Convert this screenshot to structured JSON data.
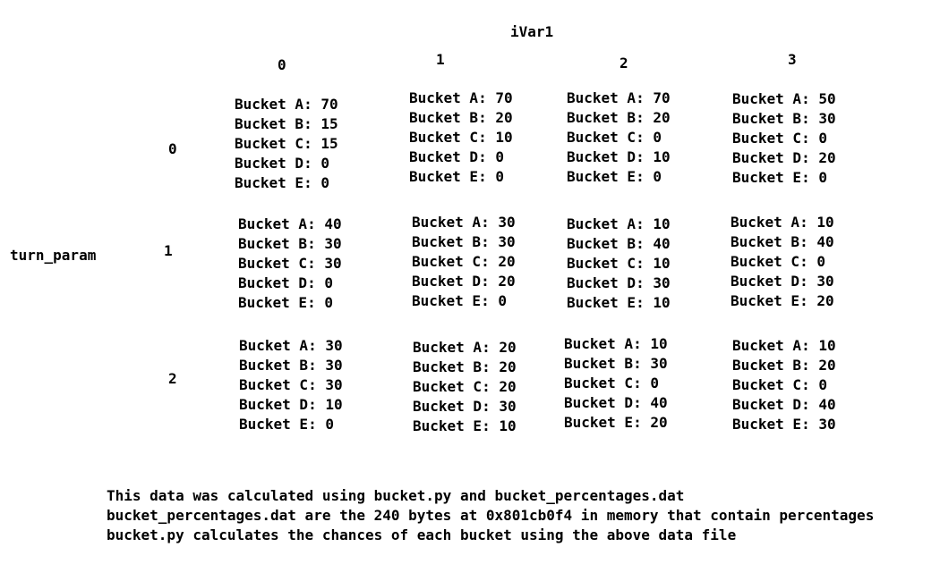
{
  "col_axis_label": "iVar1",
  "row_axis_label": "turn_param",
  "col_headers": [
    "0",
    "1",
    "2",
    "3"
  ],
  "row_headers": [
    "0",
    "1",
    "2"
  ],
  "cells": [
    [
      [
        "Bucket A: 70",
        "Bucket B: 15",
        "Bucket C: 15",
        "Bucket D: 0",
        "Bucket E: 0"
      ],
      [
        "Bucket A: 70",
        "Bucket B: 20",
        "Bucket C: 10",
        "Bucket D: 0",
        "Bucket E: 0"
      ],
      [
        "Bucket A: 70",
        "Bucket B: 20",
        "Bucket C: 0",
        "Bucket D: 10",
        "Bucket E: 0"
      ],
      [
        "Bucket A: 50",
        "Bucket B: 30",
        "Bucket C: 0",
        "Bucket D: 20",
        "Bucket E: 0"
      ]
    ],
    [
      [
        "Bucket A: 40",
        "Bucket B: 30",
        "Bucket C: 30",
        "Bucket D: 0",
        "Bucket E: 0"
      ],
      [
        "Bucket A: 30",
        "Bucket B: 30",
        "Bucket C: 20",
        "Bucket D: 20",
        "Bucket E: 0"
      ],
      [
        "Bucket A: 10",
        "Bucket B: 40",
        "Bucket C: 10",
        "Bucket D: 30",
        "Bucket E: 10"
      ],
      [
        "Bucket A: 10",
        "Bucket B: 40",
        "Bucket C: 0",
        "Bucket D: 30",
        "Bucket E: 20"
      ]
    ],
    [
      [
        "Bucket A: 30",
        "Bucket B: 30",
        "Bucket C: 30",
        "Bucket D: 10",
        "Bucket E: 0"
      ],
      [
        "Bucket A: 20",
        "Bucket B: 20",
        "Bucket C: 20",
        "Bucket D: 30",
        "Bucket E: 10"
      ],
      [
        "Bucket A: 10",
        "Bucket B: 30",
        "Bucket C: 0",
        "Bucket D: 40",
        "Bucket E: 20"
      ],
      [
        "Bucket A: 10",
        "Bucket B: 20",
        "Bucket C: 0",
        "Bucket D: 40",
        "Bucket E: 30"
      ]
    ]
  ],
  "notes": [
    "This data was calculated using bucket.py and bucket_percentages.dat",
    "bucket_percentages.dat are the 240 bytes at 0x801cb0f4 in memory that contain percentages",
    "bucket.py calculates the chances of each bucket using the above data file"
  ]
}
